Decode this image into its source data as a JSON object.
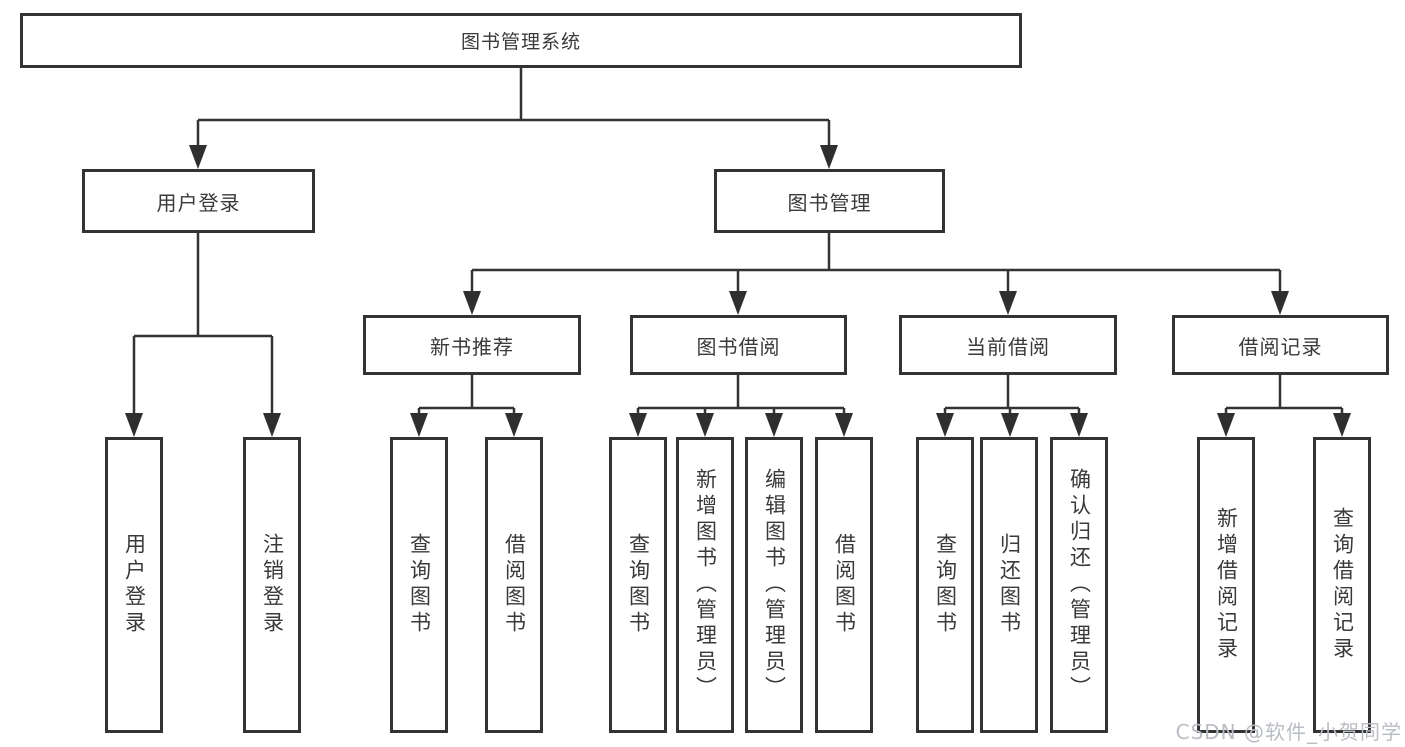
{
  "diagram": {
    "root": "图书管理系统",
    "branches": [
      "用户登录",
      "图书管理"
    ],
    "modules": [
      "新书推荐",
      "图书借阅",
      "当前借阅",
      "借阅记录"
    ],
    "leaves": [
      "用户登录",
      "注销登录",
      "查询图书",
      "借阅图书",
      "查询图书",
      "新增图书（管理员）",
      "编辑图书（管理员）",
      "借阅图书",
      "查询图书",
      "归还图书",
      "确认归还（管理员）",
      "新增借阅记录",
      "查询借阅记录"
    ]
  },
  "watermark": "CSDN @软件_小贺同学",
  "colors": {
    "line": "#333333",
    "text": "#3a3a3a",
    "background": "#ffffff",
    "watermark": "#b9bdc4"
  }
}
